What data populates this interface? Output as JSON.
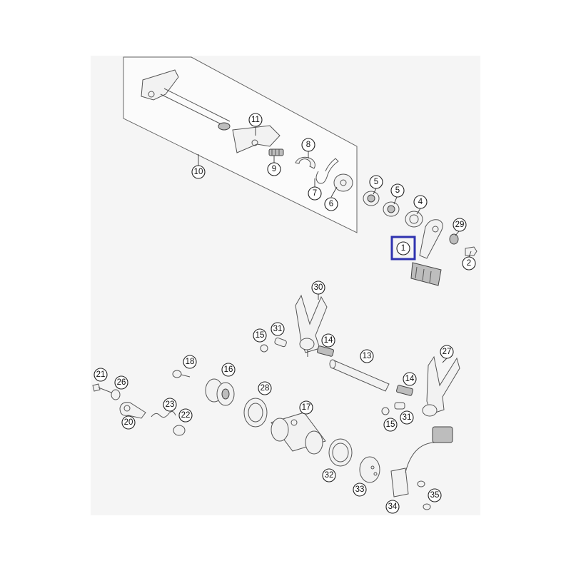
{
  "callouts": [
    "1",
    "2",
    "4",
    "5",
    "5",
    "6",
    "7",
    "8",
    "9",
    "10",
    "11",
    "13",
    "14",
    "14",
    "15",
    "15",
    "16",
    "17",
    "18",
    "20",
    "21",
    "22",
    "23",
    "26",
    "27",
    "28",
    "29",
    "30",
    "31",
    "31",
    "32",
    "33",
    "34",
    "35"
  ],
  "highlighted_callout": "1",
  "colors": {
    "highlight": "#2f33b0",
    "background": "#ffffff",
    "canvas": "#f5f5f5"
  }
}
